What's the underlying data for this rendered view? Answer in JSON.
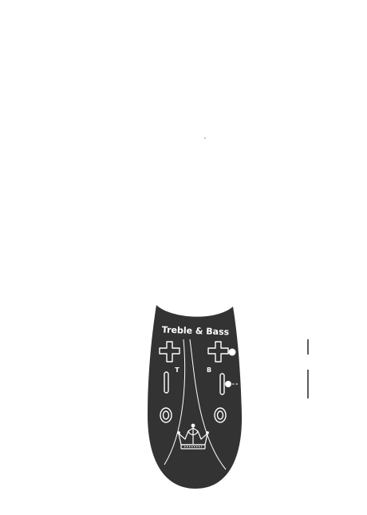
{
  "panel": {
    "title": "Treble & Bass",
    "treble_label": "T",
    "bass_label": "B"
  },
  "colors": {
    "background": "#ffffff",
    "panel_fill": "#333333",
    "panel_lines": "#ffffff",
    "markers": "#333333"
  },
  "icons": {
    "treble_plus": "plus-icon",
    "treble_minus": "minus-icon",
    "treble_knob": "knob-icon",
    "bass_plus": "plus-icon",
    "bass_minus": "minus-icon",
    "bass_knob": "knob-icon",
    "emblem": "crown-icon"
  }
}
